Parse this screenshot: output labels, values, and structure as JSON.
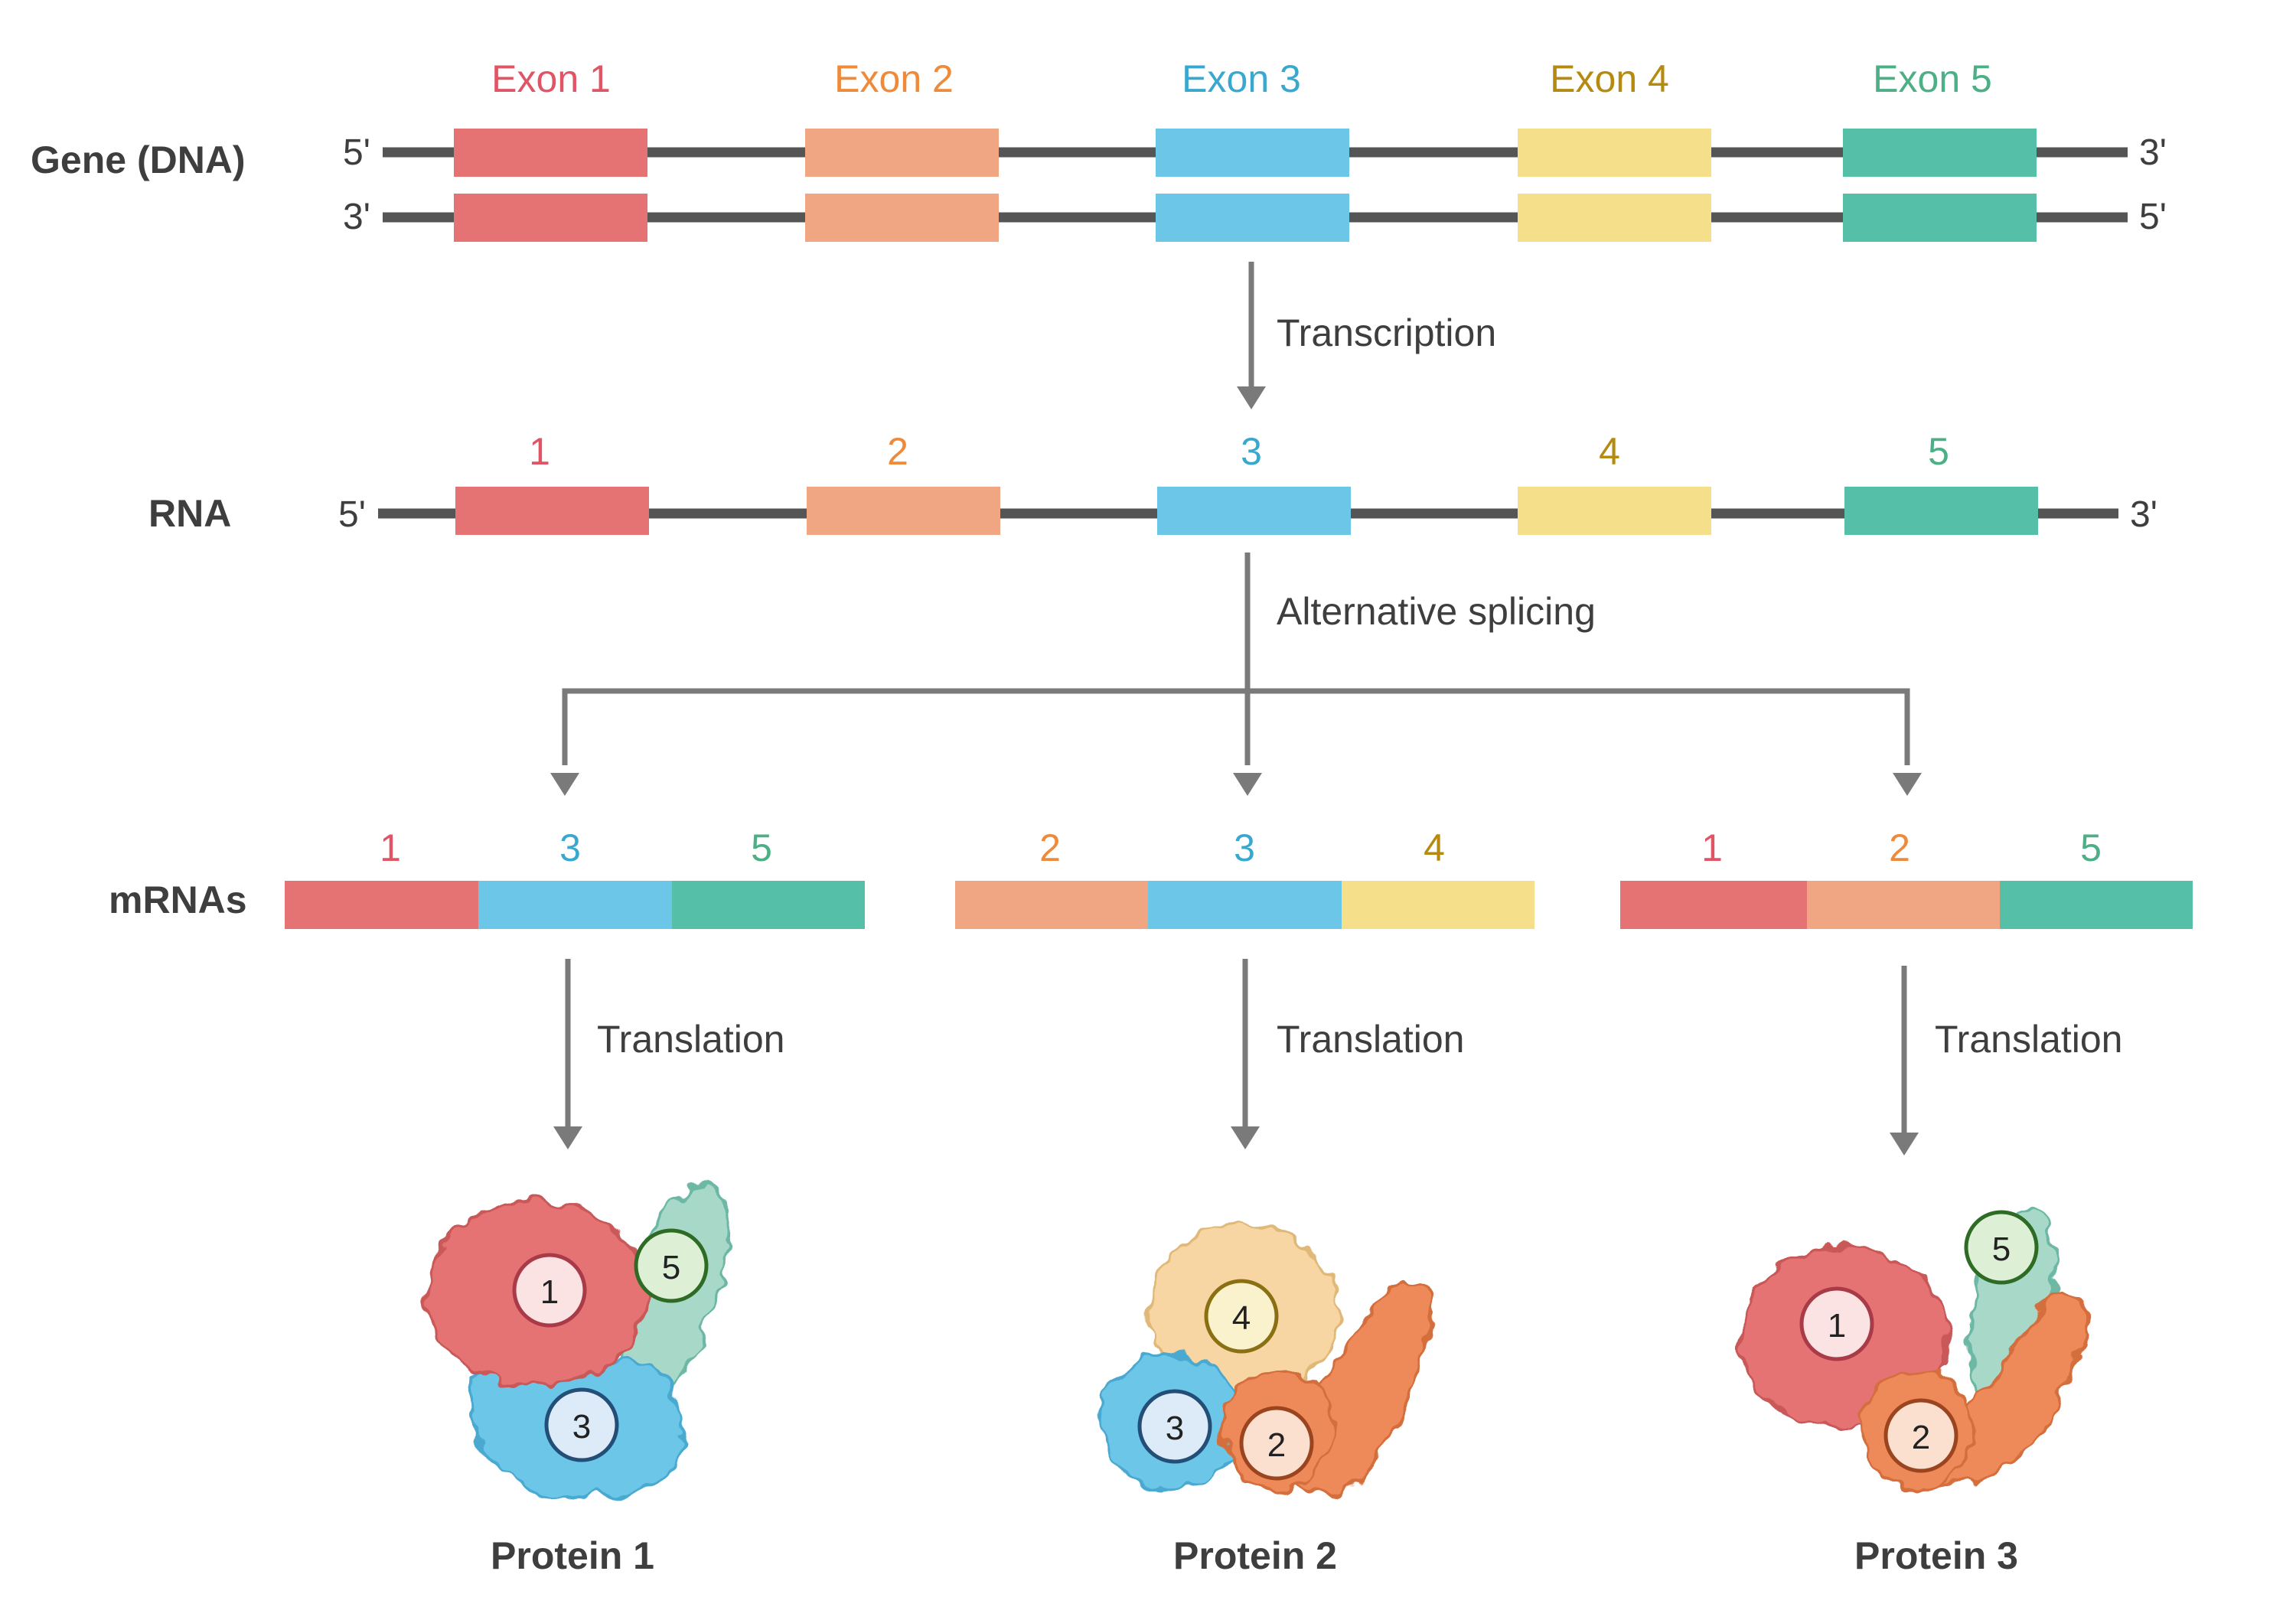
{
  "colors": {
    "exon1": "#E57373",
    "exon2": "#F0A583",
    "exon3": "#6CC6E8",
    "exon4": "#F6DF8A",
    "exon5": "#55BFA8",
    "label1": "#E05565",
    "label2": "#EE8A3A",
    "label3": "#39A8CF",
    "label4": "#B58A10",
    "label5": "#4CAF85",
    "strand": "#555555",
    "arrow": "#7A7A7A",
    "text": "#3E3E3E"
  },
  "gene": {
    "label": "Gene (DNA)",
    "top_left_end": "5'",
    "top_right_end": "3'",
    "bottom_left_end": "3'",
    "bottom_right_end": "5'",
    "exon_labels": [
      "Exon 1",
      "Exon 2",
      "Exon 3",
      "Exon 4",
      "Exon 5"
    ]
  },
  "transcription_label": "Transcription",
  "rna": {
    "label": "RNA",
    "left_end": "5'",
    "right_end": "3'",
    "exon_numbers": [
      "1",
      "2",
      "3",
      "4",
      "5"
    ]
  },
  "splicing_label": "Alternative splicing",
  "mrnas": {
    "label": "mRNAs",
    "variants": [
      {
        "exons": [
          "1",
          "3",
          "5"
        ]
      },
      {
        "exons": [
          "2",
          "3",
          "4"
        ]
      },
      {
        "exons": [
          "1",
          "2",
          "5"
        ]
      }
    ]
  },
  "translation_label": "Translation",
  "proteins": [
    {
      "name": "Protein 1",
      "domains": [
        "1",
        "3",
        "5"
      ]
    },
    {
      "name": "Protein 2",
      "domains": [
        "4",
        "3",
        "2"
      ]
    },
    {
      "name": "Protein 3",
      "domains": [
        "5",
        "1",
        "2"
      ]
    }
  ]
}
